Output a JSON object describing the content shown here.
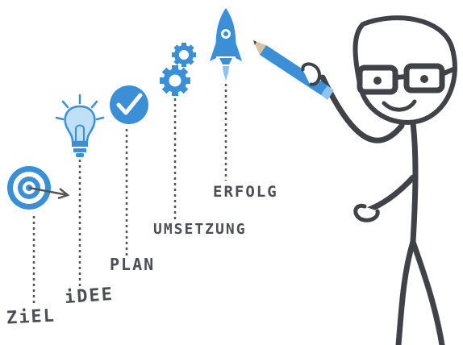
{
  "steps": [
    {
      "label": "ZiEL",
      "icon": "target-icon"
    },
    {
      "label": "iDEE",
      "icon": "lightbulb-icon"
    },
    {
      "label": "PLAN",
      "icon": "checkmark-icon"
    },
    {
      "label": "UMSETZUNG",
      "icon": "gears-icon"
    },
    {
      "label": "ERFOLG",
      "icon": "rocket-icon"
    }
  ],
  "figure": "stick-figure-with-glasses-holding-pencil",
  "colors": {
    "accent": "#3a8fd6",
    "accent_light": "#8cc4ef",
    "ink": "#4b4e54"
  }
}
